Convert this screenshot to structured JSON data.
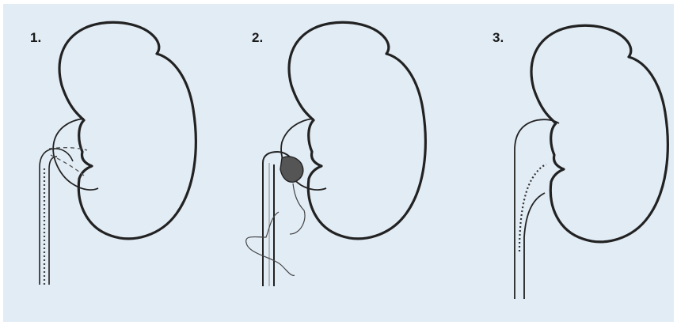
{
  "steps": [
    {
      "label": "1."
    },
    {
      "label": "2."
    },
    {
      "label": "3."
    }
  ],
  "colors": {
    "background": "#e2ecf5",
    "ink": "#222222",
    "shading": "#555555"
  }
}
